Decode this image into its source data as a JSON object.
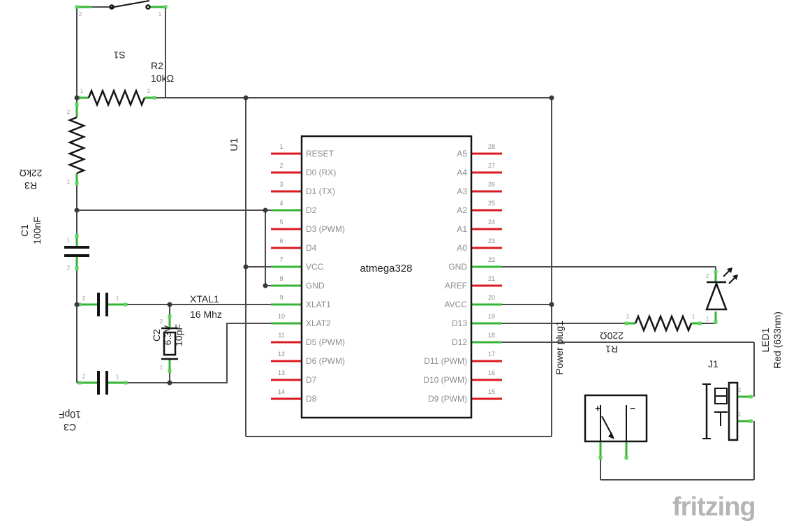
{
  "watermark": "fritzing",
  "colors": {
    "background": "#ffffff",
    "wire": "#4a4a4a",
    "pin_unconnected": "#da1a20",
    "pin_connected": "#35b535",
    "terminal": "#5fd35f",
    "outline": "#141414",
    "pin_text": "#8c8c8c",
    "label_text": "#1f1f1f",
    "watermark": "#b5b5b5"
  },
  "components": {
    "s1": {
      "ref": "S1",
      "pin_left": "2",
      "pin_right": "1"
    },
    "r2": {
      "ref": "R2",
      "value": "10kΩ",
      "pin_left": "1",
      "pin_right": "2"
    },
    "r3": {
      "ref": "R3",
      "value": "22kΩ",
      "pin_top": "2",
      "pin_bottom": "1"
    },
    "c1": {
      "ref": "C1",
      "value": "100nF",
      "pin_top": "1",
      "pin_bottom": "2"
    },
    "c2": {
      "ref": "C2",
      "rating": "6.3V",
      "value": "10pF",
      "pin_left": "2",
      "pin_right": "1"
    },
    "c3": {
      "ref": "C3",
      "value": "10pF",
      "pin_left": "2",
      "pin_right": "1"
    },
    "xtal1": {
      "ref": "XTAL1",
      "value": "16 Mhz",
      "pin_top": "2",
      "pin_bottom": "1"
    },
    "u1": {
      "ref": "U1",
      "part": "atmega328",
      "left_pins": [
        {
          "num": "1",
          "name": "RESET"
        },
        {
          "num": "2",
          "name": "D0 (RX)"
        },
        {
          "num": "3",
          "name": "D1 (TX)"
        },
        {
          "num": "4",
          "name": "D2"
        },
        {
          "num": "5",
          "name": "D3 (PWM)"
        },
        {
          "num": "6",
          "name": "D4"
        },
        {
          "num": "7",
          "name": "VCC"
        },
        {
          "num": "8",
          "name": "GND"
        },
        {
          "num": "9",
          "name": "XLAT1"
        },
        {
          "num": "10",
          "name": "XLAT2"
        },
        {
          "num": "11",
          "name": "D5 (PWM)"
        },
        {
          "num": "12",
          "name": "D6 (PWM)"
        },
        {
          "num": "13",
          "name": "D7"
        },
        {
          "num": "14",
          "name": "D8"
        }
      ],
      "right_pins": [
        {
          "num": "28",
          "name": "A5"
        },
        {
          "num": "27",
          "name": "A4"
        },
        {
          "num": "26",
          "name": "A3"
        },
        {
          "num": "25",
          "name": "A2"
        },
        {
          "num": "24",
          "name": "A1"
        },
        {
          "num": "23",
          "name": "A0"
        },
        {
          "num": "22",
          "name": "GND"
        },
        {
          "num": "21",
          "name": "AREF"
        },
        {
          "num": "20",
          "name": "AVCC"
        },
        {
          "num": "19",
          "name": "D13"
        },
        {
          "num": "18",
          "name": "D12"
        },
        {
          "num": "17",
          "name": "D11 (PWM)"
        },
        {
          "num": "16",
          "name": "D10 (PWM)"
        },
        {
          "num": "15",
          "name": "D9 (PWM)"
        }
      ]
    },
    "power": {
      "ref": "Power plug1",
      "plus": "+",
      "minus": "−"
    },
    "r1": {
      "ref": "R1",
      "value": "220Ω",
      "pin_left": "2",
      "pin_right": "1"
    },
    "led1": {
      "ref": "LED1",
      "value": "Red (633nm)",
      "pin_top": "2",
      "pin_bottom": "1"
    },
    "j1": {
      "ref": "J1",
      "pin_top": "2",
      "pin_bottom": "1"
    }
  }
}
